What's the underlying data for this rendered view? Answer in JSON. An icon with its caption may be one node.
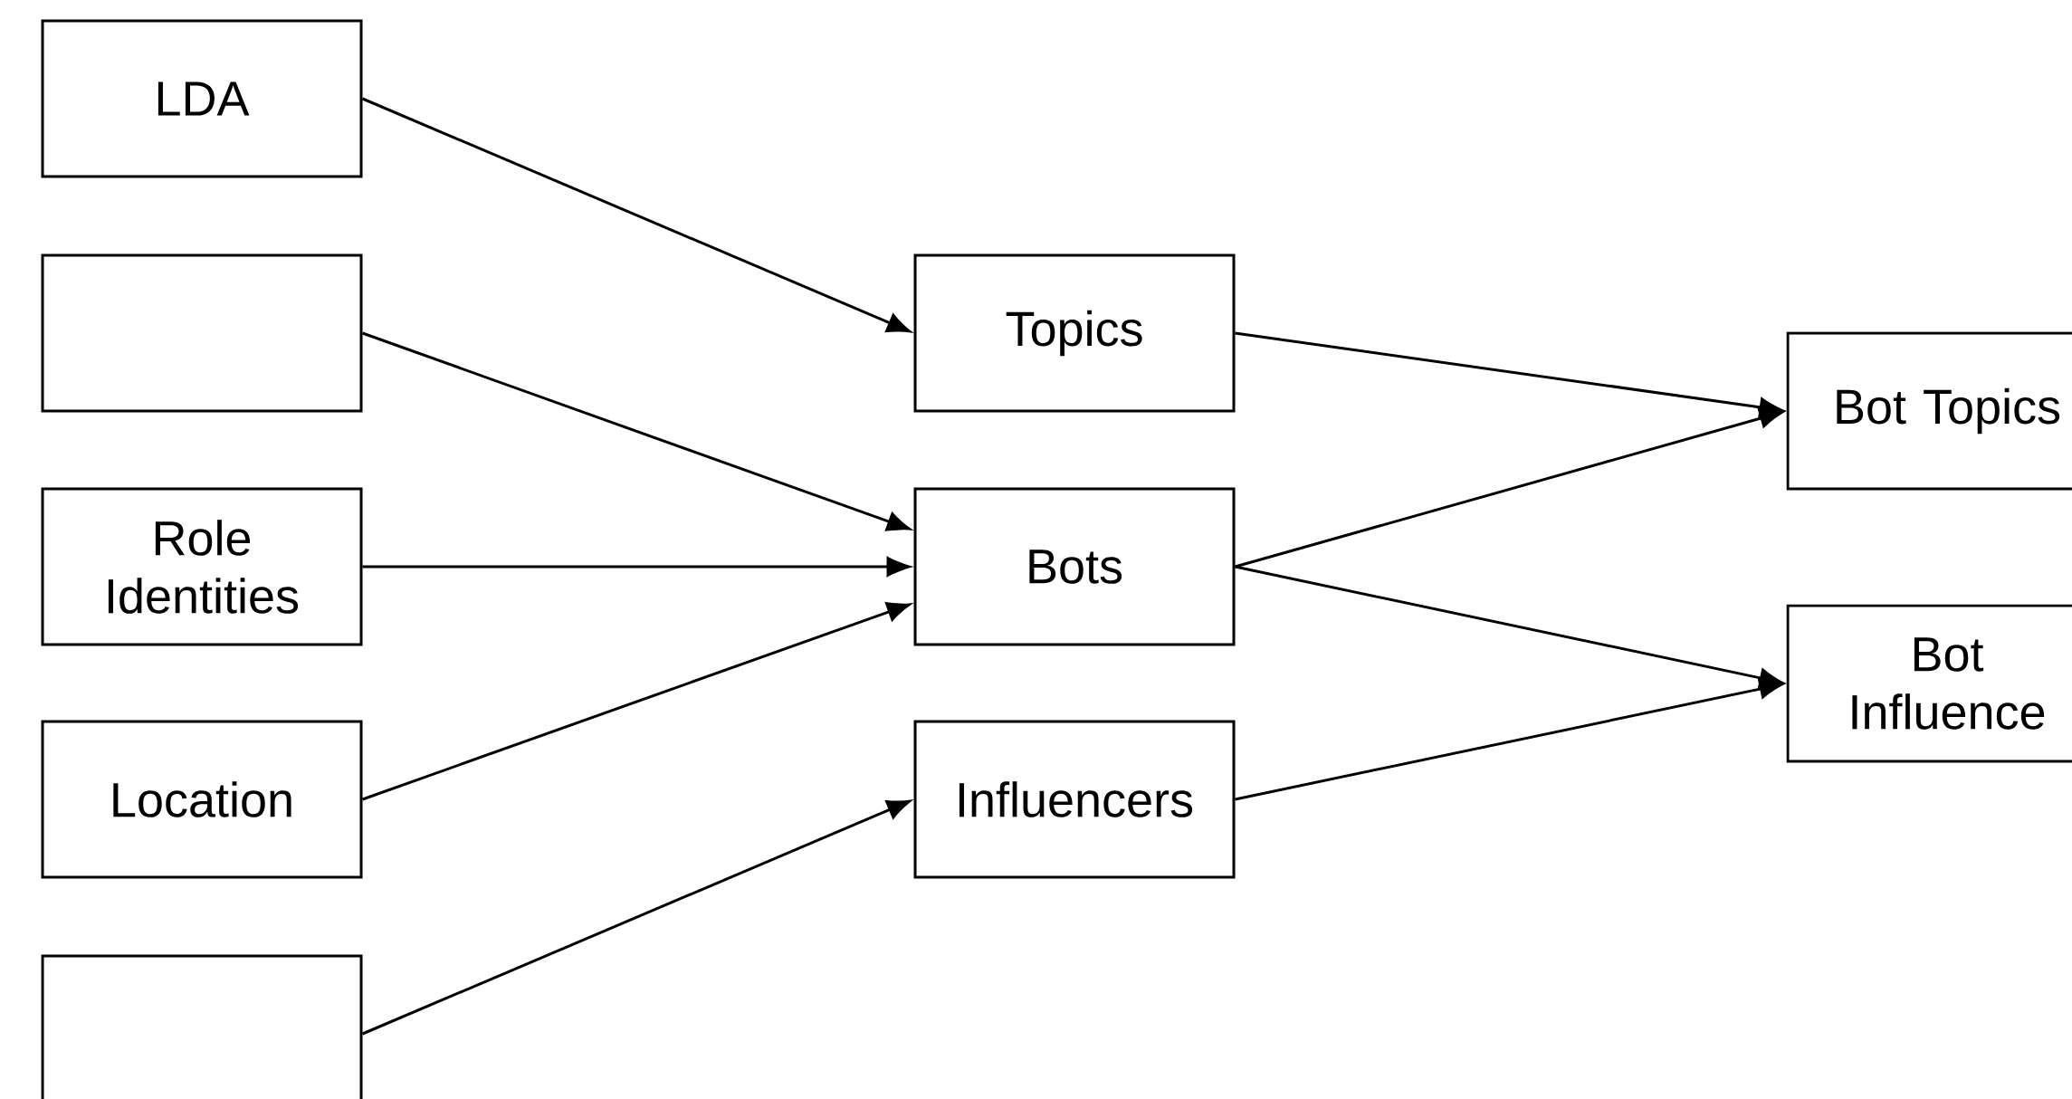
{
  "diagram": {
    "nodes": [
      {
        "text": [
          "LDA"
        ]
      },
      {
        "text": [],
        "shape": "box"
      },
      {
        "text": [
          "Role Identities"
        ]
      },
      {
        "text": [
          "Location"
        ]
      },
      {
        "text": [],
        "shape": "box"
      },
      {
        "text": [
          "Topics"
        ]
      },
      {
        "text": [
          "Bots"
        ]
      },
      {
        "text": [
          "Influencers"
        ]
      },
      {
        "text": [
          "Bot Topics"
        ]
      },
      {
        "text": [
          "Bot Influence"
        ]
      }
    ],
    "edges": [
      {
        "from": 0,
        "to": 5,
        "arrow": "to"
      },
      {
        "from": 1,
        "to": 6,
        "arrow": "to"
      },
      {
        "from": 2,
        "to": 6,
        "arrow": "to"
      },
      {
        "from": 3,
        "to": 6,
        "arrow": "to"
      },
      {
        "from": 4,
        "to": 7,
        "arrow": "to"
      },
      {
        "from": 5,
        "to": 8,
        "arrow": "to"
      },
      {
        "from": 6,
        "to": 8,
        "arrow": "to"
      },
      {
        "from": 6,
        "to": 9,
        "arrow": "to"
      },
      {
        "from": 7,
        "to": 9,
        "arrow": "to"
      }
    ]
  }
}
